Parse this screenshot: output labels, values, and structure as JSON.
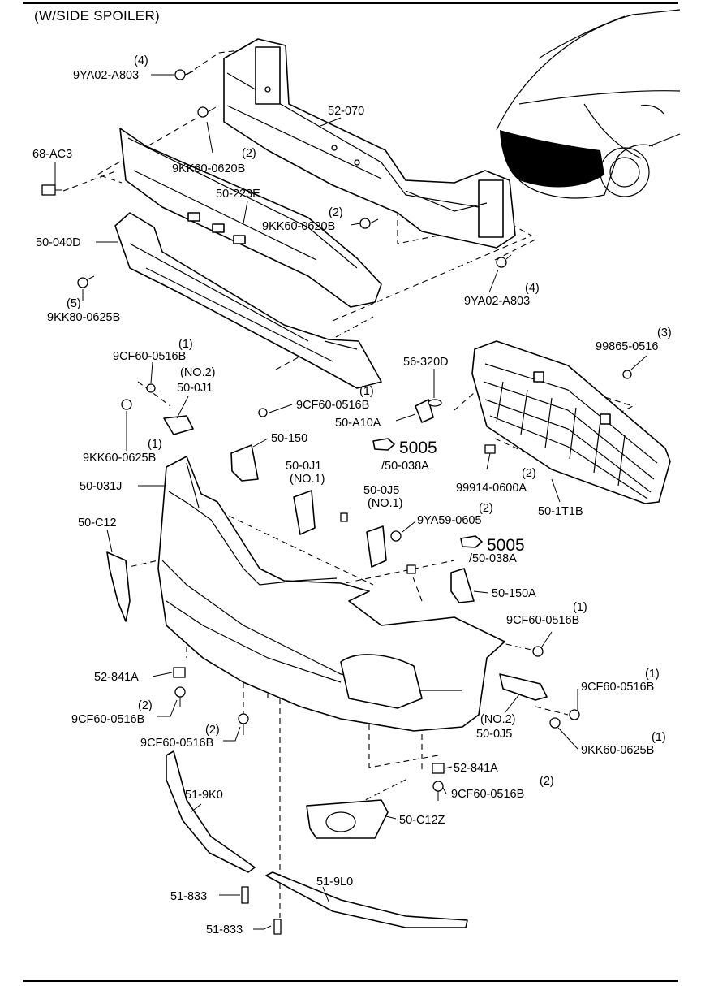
{
  "title": "(W/SIDE SPOILER)",
  "labels": {
    "l9ya02_top_qty": "(4)",
    "l9ya02_top": "9YA02-A803",
    "l52_070": "52-070",
    "l68_ac3": "68-AC3",
    "l9kk60_a_qty": "(2)",
    "l9kk60_a": "9KK60-0620B",
    "l50_223e": "50-223E",
    "l9kk60_b_qty": "(2)",
    "l9kk60_b": "9KK60-0620B",
    "l50_040d": "50-040D",
    "l9ya02_r": "9YA02-A803",
    "l9ya02_r_qty": "(4)",
    "l9kk80_qty": "(5)",
    "l9kk80": "9KK80-0625B",
    "l9cf60_a_qty": "(1)",
    "l9cf60_a": "9CF60-0516B",
    "l50_0j1_top_no": "(NO.2)",
    "l50_0j1_top": "50-0J1",
    "l9cf60_b_qty": "(1)",
    "l9cf60_b": "9CF60-0516B",
    "l56_320d": "56-320D",
    "l99865_qty": "(3)",
    "l99865": "99865-0516",
    "l50_a10a": "50-A10A",
    "l9kk60_c": "9KK60-0625B",
    "l9kk60_c_qty": "(1)",
    "l50_150": "50-150",
    "l5005_a": "5005",
    "l50_038a_a": "/50-038A",
    "l50_031j": "50-031J",
    "l50_0j1_mid": "50-0J1",
    "l50_0j1_mid_no": "(NO.1)",
    "l50_0j5_mid": "50-0J5",
    "l50_0j5_mid_no": "(NO.1)",
    "l9ya59_qty": "(2)",
    "l9ya59": "9YA59-0605",
    "l99914_qty": "(2)",
    "l99914": "99914-0600A",
    "l50_1t1b": "50-1T1B",
    "l50_c12": "50-C12",
    "l5005_b": "5005",
    "l50_038a_b": "/50-038A",
    "l50_150a": "50-150A",
    "l9cf60_c_qty": "(1)",
    "l9cf60_c": "9CF60-0516B",
    "l52_841a_l": "52-841A",
    "l9cf60_d_qty": "(2)",
    "l9cf60_d": "9CF60-0516B",
    "l9cf60_e_qty": "(1)",
    "l9cf60_e": "9CF60-0516B",
    "l50_0j5_bot_no": "(NO.2)",
    "l50_0j5_bot": "50-0J5",
    "l9cf60_f_qty": "(2)",
    "l9cf60_f": "9CF60-0516B",
    "l9kk60_d_qty": "(1)",
    "l9kk60_d": "9KK60-0625B",
    "l52_841a_r": "52-841A",
    "l9cf60_g_qty": "(2)",
    "l9cf60_g": "9CF60-0516B",
    "l51_9k0": "51-9K0",
    "l50_c12z": "50-C12Z",
    "l51_9l0": "51-9L0",
    "l51_833_a": "51-833",
    "l51_833_b": "51-833"
  },
  "icons": [
    "car-front-view",
    "bolt",
    "clip",
    "nut"
  ]
}
